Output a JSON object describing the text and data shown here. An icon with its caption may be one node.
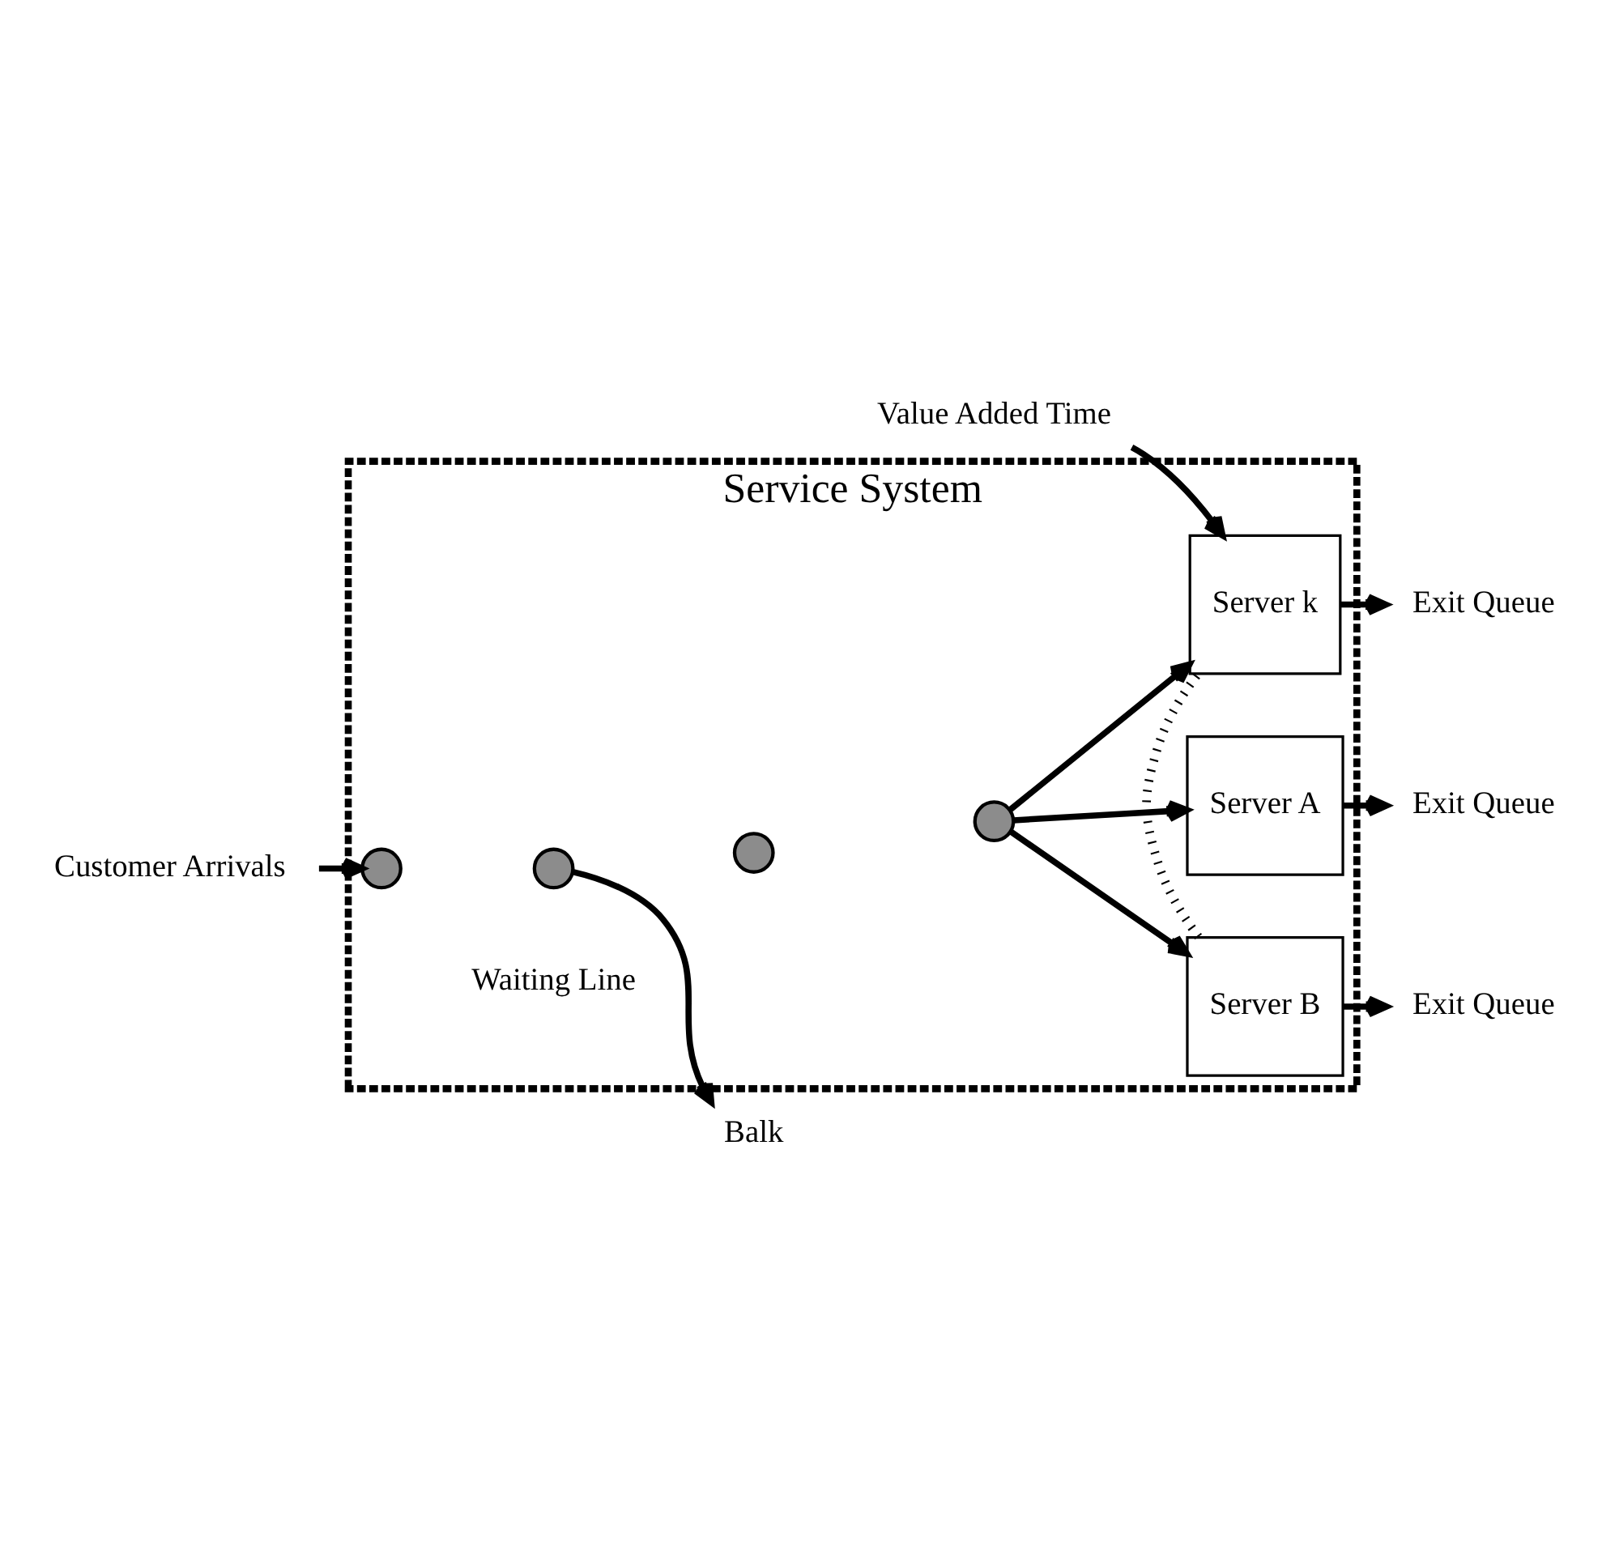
{
  "diagram": {
    "nodes": [
      {
        "text": [
          "Service System"
        ]
      },
      {
        "text": [
          "Customer Arrivals"
        ]
      },
      {
        "text": [],
        "shape": "circle",
        "in": 0
      },
      {
        "text": [],
        "shape": "circle",
        "in": 0
      },
      {
        "text": [],
        "shape": "circle",
        "in": 0
      },
      {
        "text": [],
        "shape": "circle",
        "in": 0
      },
      {
        "text": [
          "Server A"
        ],
        "in": 0
      },
      {
        "text": [
          "Server B"
        ],
        "in": 0
      },
      {
        "text": [
          "Server k"
        ],
        "in": 0
      },
      {
        "text": [
          "Exit Queue"
        ]
      },
      {
        "text": [
          "Exit Queue"
        ]
      },
      {
        "text": [
          "Exit Queue"
        ]
      },
      {
        "text": [
          "Balk"
        ]
      },
      {
        "text": [
          "Value Added Time"
        ]
      }
    ],
    "edges": [
      {
        "from": 1,
        "to": 2,
        "arrow": "to"
      },
      {
        "from": 5,
        "to": 6,
        "arrow": "to"
      },
      {
        "from": 5,
        "to": 7,
        "arrow": "to"
      },
      {
        "from": 5,
        "to": 8,
        "arrow": "to"
      },
      {
        "from": 3,
        "to": 12,
        "arrow": "to"
      },
      {
        "from": 6,
        "to": 9,
        "arrow": "to"
      },
      {
        "from": 7,
        "to": 10,
        "arrow": "to"
      },
      {
        "from": 8,
        "to": 11,
        "arrow": "to"
      },
      {
        "from": 7,
        "to": 8,
        "arrow": "none",
        "style": "dashed"
      },
      {
        "from": 13,
        "to": 8,
        "arrow": "to"
      }
    ],
    "labels": [
      "Waiting Line"
    ]
  }
}
